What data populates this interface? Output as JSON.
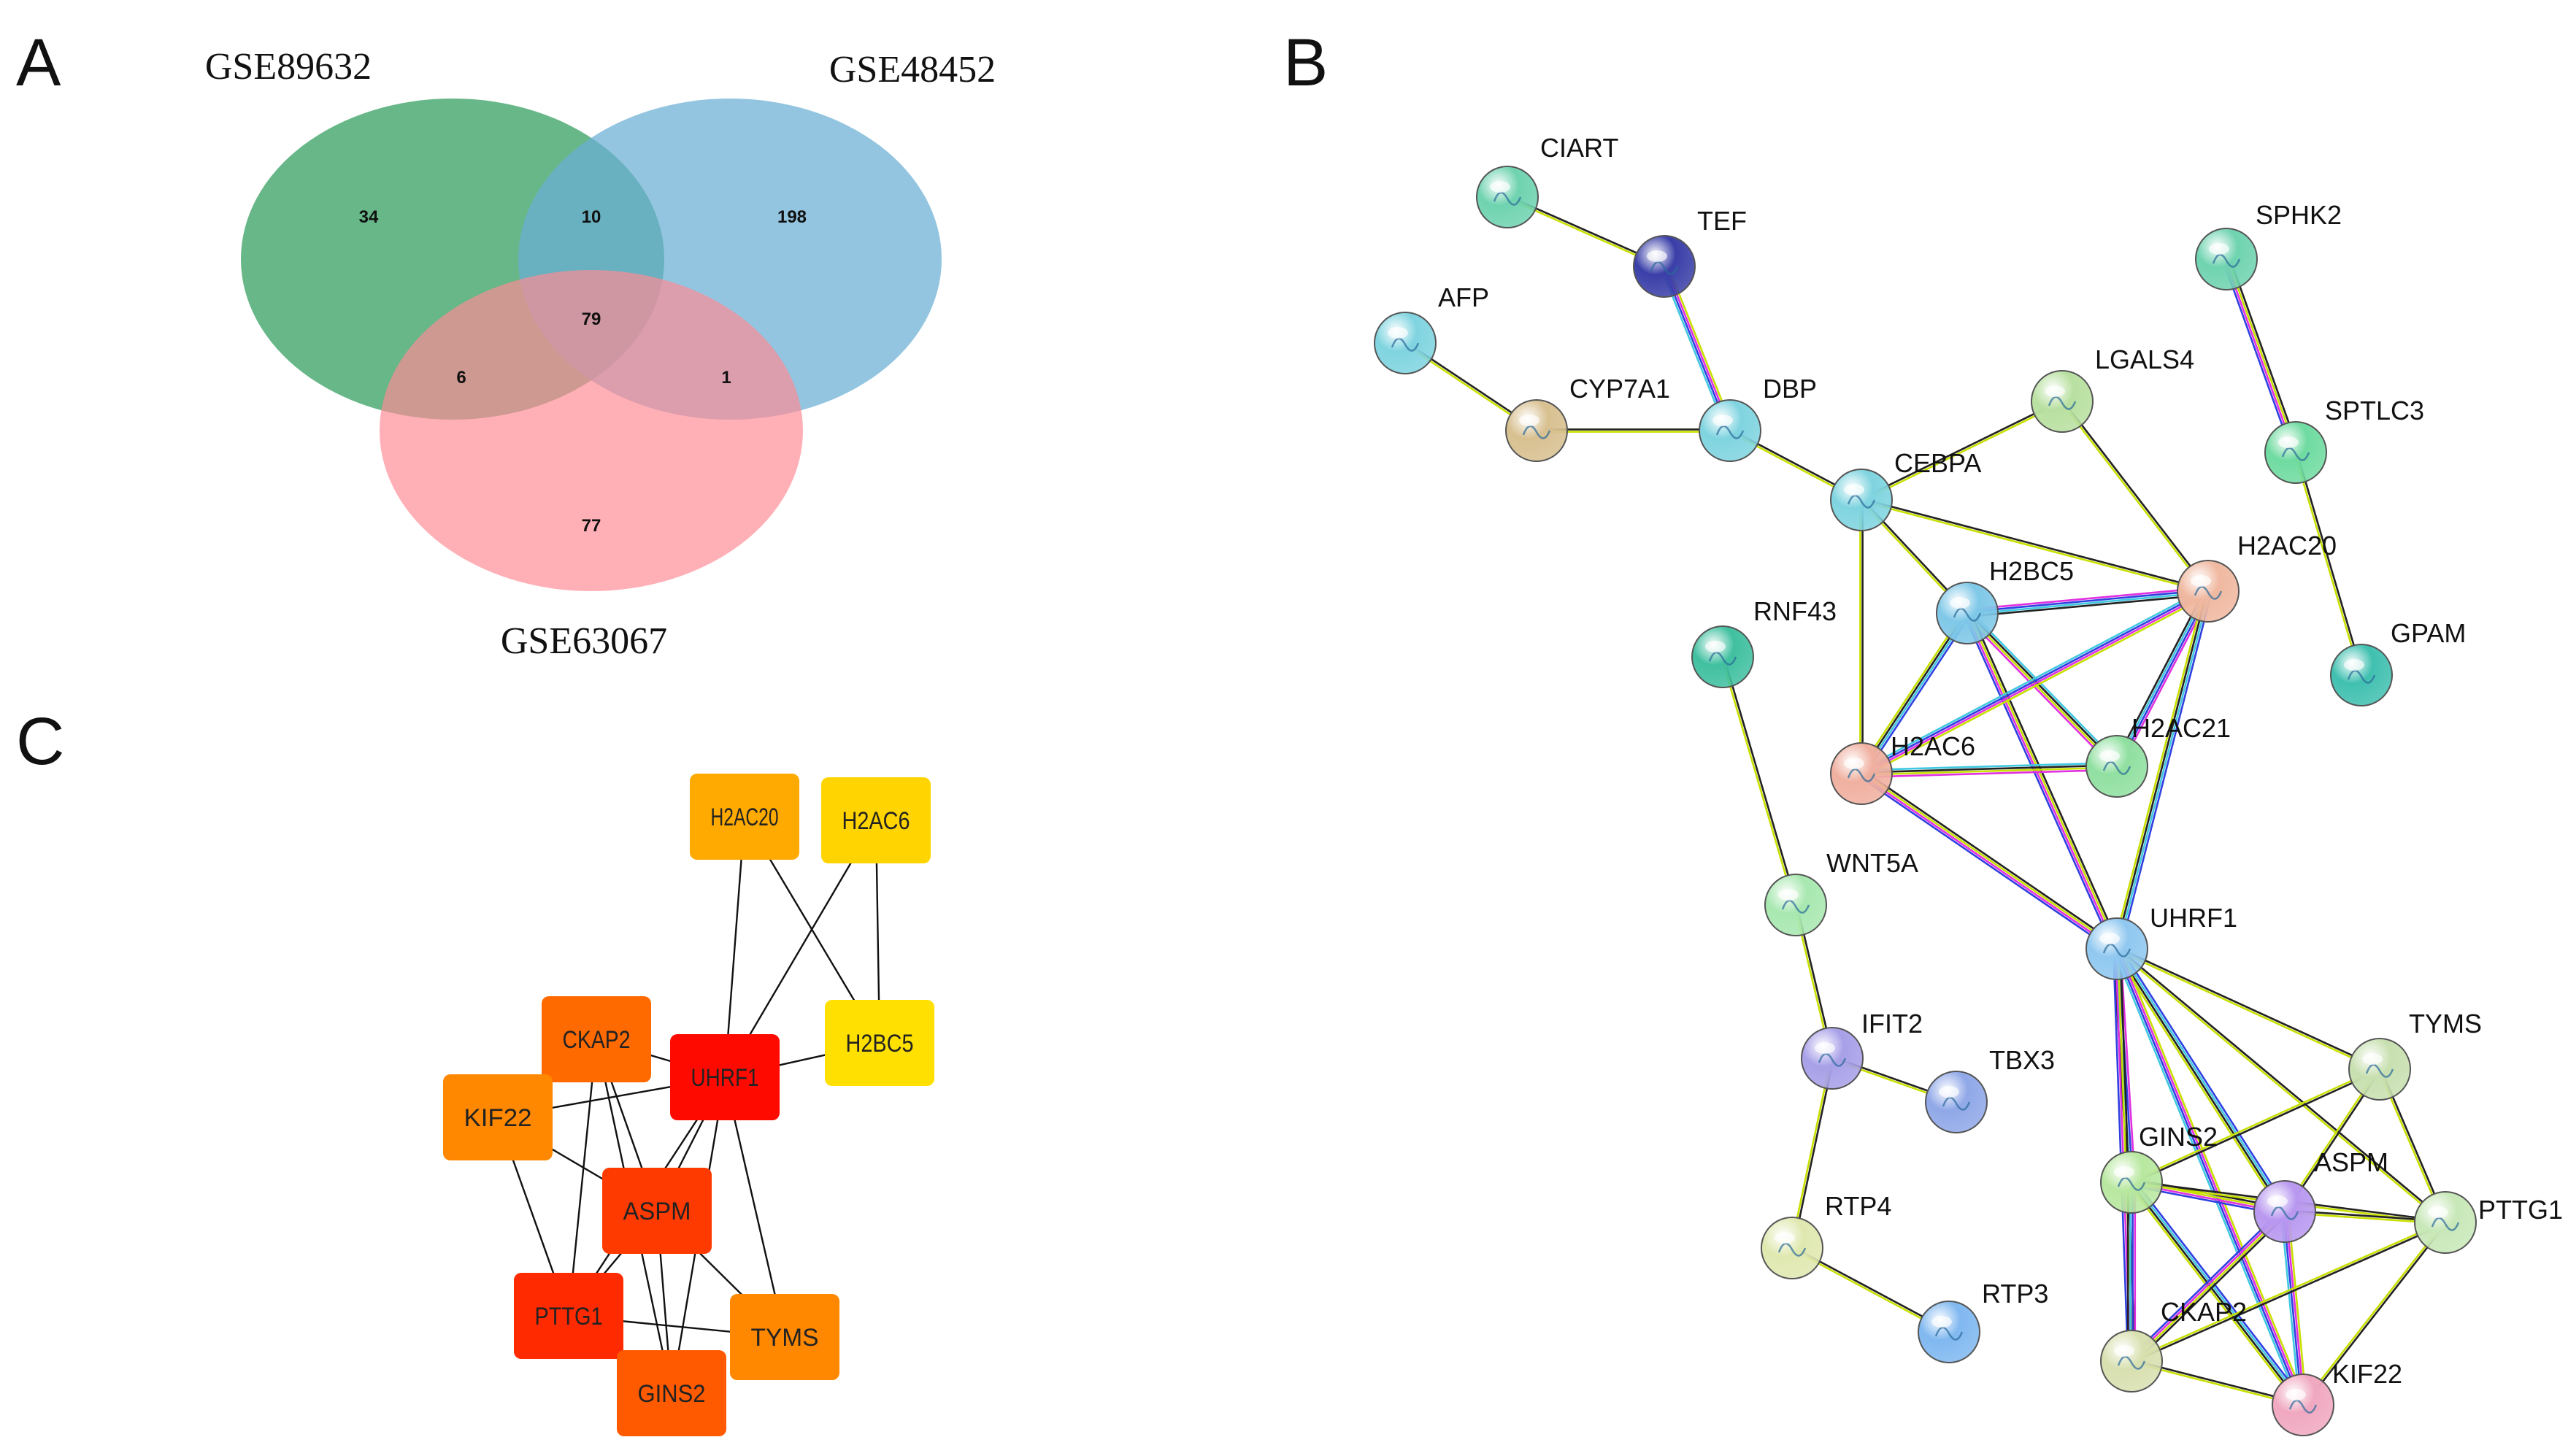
{
  "panels": {
    "a": "A",
    "b": "B",
    "c": "C"
  },
  "venn": {
    "sets": [
      {
        "name": "GSE89632",
        "color": "#2e9b5a"
      },
      {
        "name": "GSE48452",
        "color": "#6aaed6"
      },
      {
        "name": "GSE63067",
        "color": "#ff8a94"
      }
    ],
    "regions": {
      "only_89632": "34",
      "only_48452": "198",
      "only_63067": "77",
      "89632_48452": "10",
      "89632_63067": "6",
      "48452_63067": "1",
      "all_three": "79"
    }
  },
  "string_network": {
    "nodes": [
      {
        "id": "CIART",
        "color": "#6fd3b0"
      },
      {
        "id": "TEF",
        "color": "#3a3fa8"
      },
      {
        "id": "AFP",
        "color": "#7fd4e0"
      },
      {
        "id": "CYP7A1",
        "color": "#d8c090"
      },
      {
        "id": "DBP",
        "color": "#7fd4e0"
      },
      {
        "id": "CEBPA",
        "color": "#7fd4e0"
      },
      {
        "id": "LGALS4",
        "color": "#b8e0a0"
      },
      {
        "id": "SPHK2",
        "color": "#6fd3b0"
      },
      {
        "id": "SPTLC3",
        "color": "#6fdba0"
      },
      {
        "id": "H2AC20",
        "color": "#f0b8a0"
      },
      {
        "id": "GPAM",
        "color": "#40c0b0"
      },
      {
        "id": "RNF43",
        "color": "#40c0a0"
      },
      {
        "id": "H2BC5",
        "color": "#7fc8e8"
      },
      {
        "id": "H2AC6",
        "color": "#f0b0a0"
      },
      {
        "id": "H2AC21",
        "color": "#90e0a0"
      },
      {
        "id": "WNT5A",
        "color": "#a8e8b0"
      },
      {
        "id": "UHRF1",
        "color": "#90c8f0"
      },
      {
        "id": "IFIT2",
        "color": "#a8a0e8"
      },
      {
        "id": "TBX3",
        "color": "#90a8e8"
      },
      {
        "id": "TYMS",
        "color": "#c8e0b0"
      },
      {
        "id": "GINS2",
        "color": "#b8e8a0"
      },
      {
        "id": "ASPM",
        "color": "#b898f0"
      },
      {
        "id": "PTTG1",
        "color": "#c8e8b8"
      },
      {
        "id": "RTP4",
        "color": "#e0e8b0"
      },
      {
        "id": "RTP3",
        "color": "#80b8f0"
      },
      {
        "id": "CKAP2",
        "color": "#d8e0b0"
      },
      {
        "id": "KIF22",
        "color": "#f0a8c0"
      }
    ],
    "edges": [
      [
        "CIART",
        "TEF"
      ],
      [
        "TEF",
        "DBP"
      ],
      [
        "AFP",
        "CYP7A1"
      ],
      [
        "CYP7A1",
        "DBP"
      ],
      [
        "DBP",
        "CEBPA"
      ],
      [
        "CEBPA",
        "LGALS4"
      ],
      [
        "CEBPA",
        "H2BC5"
      ],
      [
        "CEBPA",
        "H2AC20"
      ],
      [
        "CEBPA",
        "H2AC6"
      ],
      [
        "LGALS4",
        "H2AC20"
      ],
      [
        "SPHK2",
        "SPTLC3"
      ],
      [
        "SPTLC3",
        "GPAM"
      ],
      [
        "H2BC5",
        "H2AC20"
      ],
      [
        "H2BC5",
        "H2AC6"
      ],
      [
        "H2BC5",
        "H2AC21"
      ],
      [
        "H2BC5",
        "UHRF1"
      ],
      [
        "H2AC20",
        "H2AC6"
      ],
      [
        "H2AC20",
        "H2AC21"
      ],
      [
        "H2AC20",
        "UHRF1"
      ],
      [
        "H2AC6",
        "H2AC21"
      ],
      [
        "H2AC6",
        "UHRF1"
      ],
      [
        "RNF43",
        "WNT5A"
      ],
      [
        "WNT5A",
        "IFIT2"
      ],
      [
        "IFIT2",
        "TBX3"
      ],
      [
        "IFIT2",
        "RTP4"
      ],
      [
        "RTP4",
        "RTP3"
      ],
      [
        "UHRF1",
        "TYMS"
      ],
      [
        "UHRF1",
        "GINS2"
      ],
      [
        "UHRF1",
        "ASPM"
      ],
      [
        "UHRF1",
        "PTTG1"
      ],
      [
        "UHRF1",
        "CKAP2"
      ],
      [
        "UHRF1",
        "KIF22"
      ],
      [
        "TYMS",
        "GINS2"
      ],
      [
        "TYMS",
        "ASPM"
      ],
      [
        "TYMS",
        "PTTG1"
      ],
      [
        "GINS2",
        "ASPM"
      ],
      [
        "GINS2",
        "PTTG1"
      ],
      [
        "GINS2",
        "CKAP2"
      ],
      [
        "GINS2",
        "KIF22"
      ],
      [
        "ASPM",
        "PTTG1"
      ],
      [
        "ASPM",
        "CKAP2"
      ],
      [
        "ASPM",
        "KIF22"
      ],
      [
        "PTTG1",
        "CKAP2"
      ],
      [
        "PTTG1",
        "KIF22"
      ],
      [
        "CKAP2",
        "KIF22"
      ]
    ]
  },
  "hub_network": {
    "nodes": [
      {
        "id": "H2AC20",
        "color": "#ffaa00"
      },
      {
        "id": "H2AC6",
        "color": "#ffd400"
      },
      {
        "id": "H2BC5",
        "color": "#ffe000"
      },
      {
        "id": "CKAP2",
        "color": "#ff6a00"
      },
      {
        "id": "UHRF1",
        "color": "#ff0a00"
      },
      {
        "id": "KIF22",
        "color": "#ff8800"
      },
      {
        "id": "ASPM",
        "color": "#ff3a00"
      },
      {
        "id": "PTTG1",
        "color": "#ff2a00"
      },
      {
        "id": "TYMS",
        "color": "#ff8800"
      },
      {
        "id": "GINS2",
        "color": "#ff5a00"
      }
    ],
    "edges": [
      [
        "H2AC20",
        "H2BC5"
      ],
      [
        "H2AC20",
        "UHRF1"
      ],
      [
        "H2AC6",
        "UHRF1"
      ],
      [
        "H2AC6",
        "H2BC5"
      ],
      [
        "H2BC5",
        "UHRF1"
      ],
      [
        "CKAP2",
        "UHRF1"
      ],
      [
        "CKAP2",
        "ASPM"
      ],
      [
        "CKAP2",
        "PTTG1"
      ],
      [
        "CKAP2",
        "GINS2"
      ],
      [
        "KIF22",
        "UHRF1"
      ],
      [
        "KIF22",
        "ASPM"
      ],
      [
        "KIF22",
        "PTTG1"
      ],
      [
        "UHRF1",
        "ASPM"
      ],
      [
        "UHRF1",
        "PTTG1"
      ],
      [
        "UHRF1",
        "GINS2"
      ],
      [
        "UHRF1",
        "TYMS"
      ],
      [
        "ASPM",
        "PTTG1"
      ],
      [
        "ASPM",
        "TYMS"
      ],
      [
        "ASPM",
        "GINS2"
      ],
      [
        "PTTG1",
        "TYMS"
      ],
      [
        "PTTG1",
        "GINS2"
      ]
    ]
  }
}
